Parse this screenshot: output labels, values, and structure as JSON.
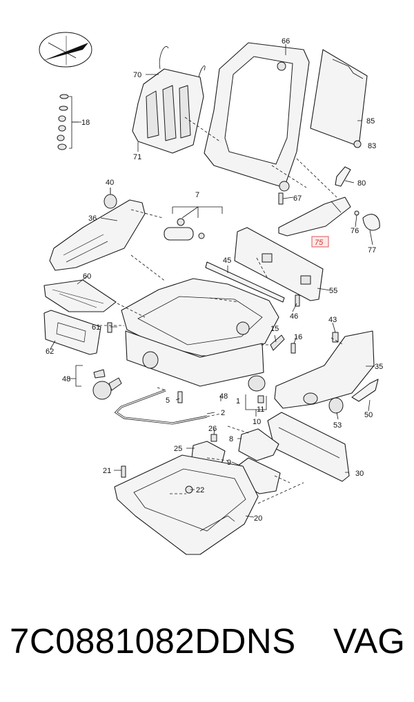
{
  "diagram": {
    "callouts": [
      {
        "id": "c66",
        "label": "66"
      },
      {
        "id": "c70",
        "label": "70"
      },
      {
        "id": "c18",
        "label": "18"
      },
      {
        "id": "c85",
        "label": "85"
      },
      {
        "id": "c83",
        "label": "83"
      },
      {
        "id": "c71",
        "label": "71"
      },
      {
        "id": "c40",
        "label": "40"
      },
      {
        "id": "c7",
        "label": "7"
      },
      {
        "id": "c80",
        "label": "80"
      },
      {
        "id": "c67",
        "label": "67"
      },
      {
        "id": "c36",
        "label": "36"
      },
      {
        "id": "c76",
        "label": "76"
      },
      {
        "id": "c75",
        "label": "75",
        "highlighted": true
      },
      {
        "id": "c77",
        "label": "77"
      },
      {
        "id": "c45",
        "label": "45"
      },
      {
        "id": "c60",
        "label": "60"
      },
      {
        "id": "c55",
        "label": "55"
      },
      {
        "id": "c46",
        "label": "46"
      },
      {
        "id": "c43",
        "label": "43"
      },
      {
        "id": "c61",
        "label": "61"
      },
      {
        "id": "c15",
        "label": "15"
      },
      {
        "id": "c16",
        "label": "16"
      },
      {
        "id": "c62",
        "label": "62"
      },
      {
        "id": "c35",
        "label": "35"
      },
      {
        "id": "c48a",
        "label": "48"
      },
      {
        "id": "c5",
        "label": "5"
      },
      {
        "id": "c48b",
        "label": "48"
      },
      {
        "id": "c1",
        "label": "1"
      },
      {
        "id": "c11",
        "label": "11"
      },
      {
        "id": "c10",
        "label": "10"
      },
      {
        "id": "c2",
        "label": "2"
      },
      {
        "id": "c53",
        "label": "53"
      },
      {
        "id": "c50",
        "label": "50"
      },
      {
        "id": "c26",
        "label": "26"
      },
      {
        "id": "c8",
        "label": "8"
      },
      {
        "id": "c25",
        "label": "25"
      },
      {
        "id": "c9",
        "label": "9"
      },
      {
        "id": "c30",
        "label": "30"
      },
      {
        "id": "c21",
        "label": "21"
      },
      {
        "id": "c22",
        "label": "22"
      },
      {
        "id": "c20",
        "label": "20"
      }
    ]
  },
  "footer": {
    "part_number": "7C0881082DDNS",
    "brand": "VAG"
  },
  "colors": {
    "highlight_text": "#cc3333",
    "highlight_bg": "#ffe9e9",
    "line": "#1a1a1a"
  }
}
